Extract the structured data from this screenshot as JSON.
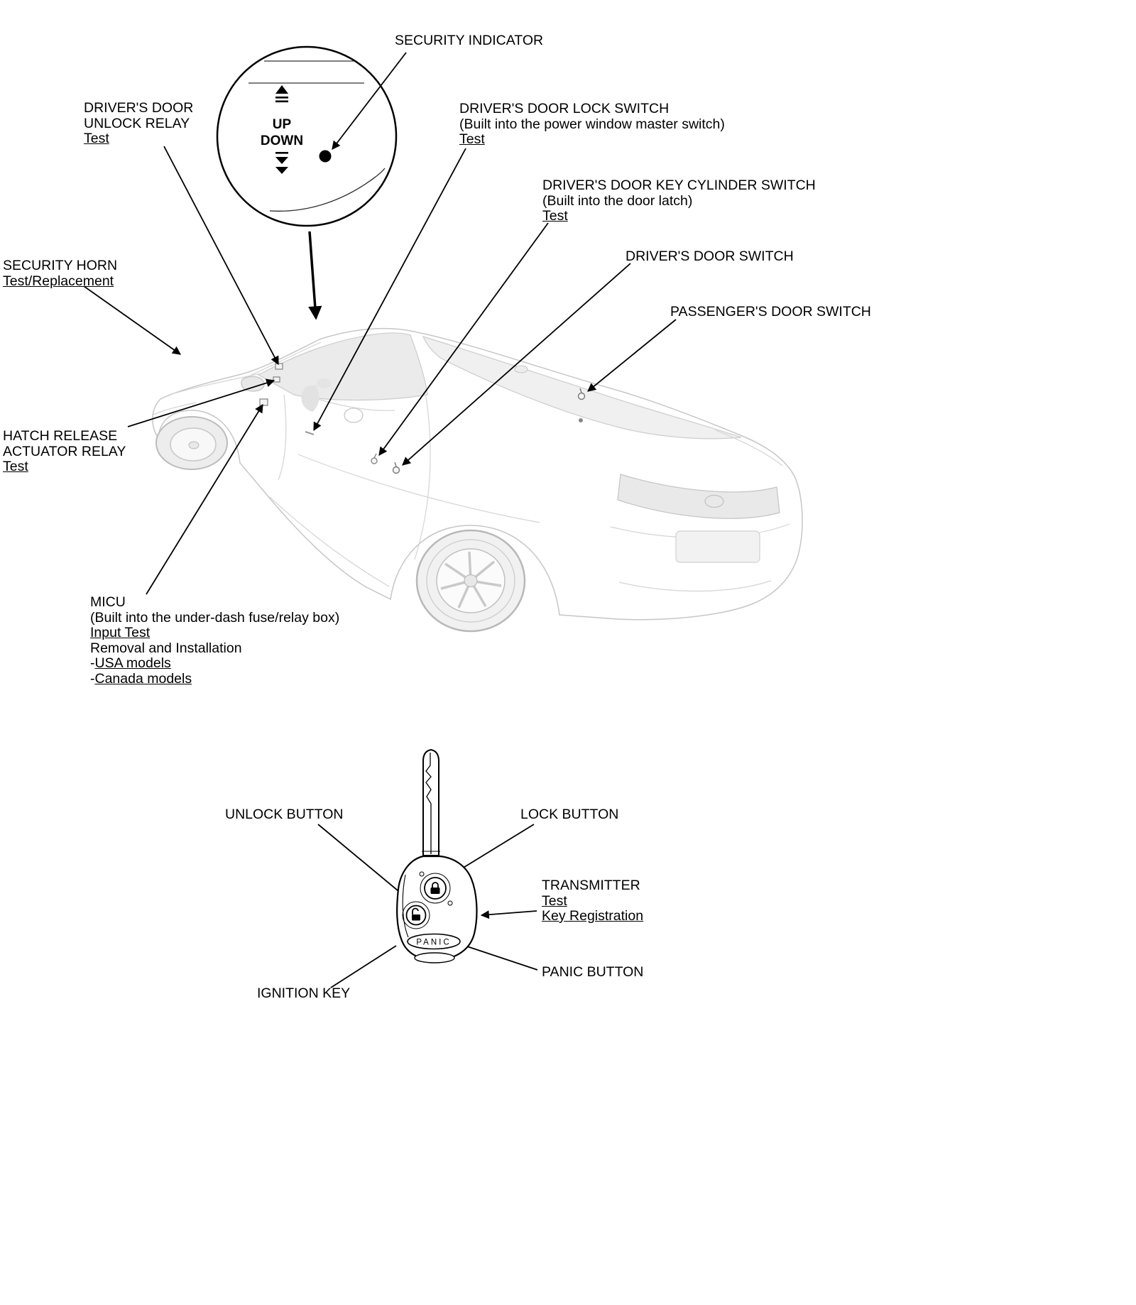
{
  "callouts": {
    "security_indicator": {
      "line1": "SECURITY INDICATOR"
    },
    "drivers_door_unlock_relay": {
      "line1": "DRIVER'S DOOR",
      "line2": "UNLOCK RELAY",
      "link1": "Test"
    },
    "drivers_door_lock_switch": {
      "line1": "DRIVER'S DOOR LOCK SWITCH",
      "line2": "(Built into the power window master switch)",
      "link1": "Test"
    },
    "drivers_door_key_cylinder_switch": {
      "line1": "DRIVER'S DOOR KEY CYLINDER SWITCH",
      "line2": "(Built into the door latch)",
      "link1": "Test"
    },
    "drivers_door_switch": {
      "line1": "DRIVER'S DOOR SWITCH"
    },
    "passengers_door_switch": {
      "line1": "PASSENGER'S DOOR SWITCH"
    },
    "security_horn": {
      "line1": "SECURITY HORN",
      "link1": "Test/Replacement"
    },
    "hatch_release_actuator_relay": {
      "line1": "HATCH RELEASE",
      "line2": "ACTUATOR RELAY",
      "link1": "Test"
    },
    "micu": {
      "line1": "MICU",
      "line2": "(Built into the under-dash fuse/relay box)",
      "link1": "Input Test",
      "line3": "Removal and Installation",
      "model1_prefix": "-",
      "model1_link": "USA models",
      "model2_prefix": "-",
      "model2_link": "Canada models"
    },
    "unlock_button": {
      "line1": "UNLOCK BUTTON"
    },
    "lock_button": {
      "line1": "LOCK BUTTON"
    },
    "transmitter": {
      "line1": "TRANSMITTER",
      "link1": "Test",
      "link2": "Key Registration"
    },
    "panic_button": {
      "line1": "PANIC BUTTON"
    },
    "ignition_key": {
      "line1": "IGNITION KEY"
    }
  },
  "inset": {
    "up": "UP",
    "down": "DOWN"
  },
  "key_fob": {
    "panic_label": "PANIC"
  },
  "colors": {
    "leader_line": "#000000",
    "car_outline": "#c6c6c6",
    "car_fill": "#f5f5f5"
  }
}
